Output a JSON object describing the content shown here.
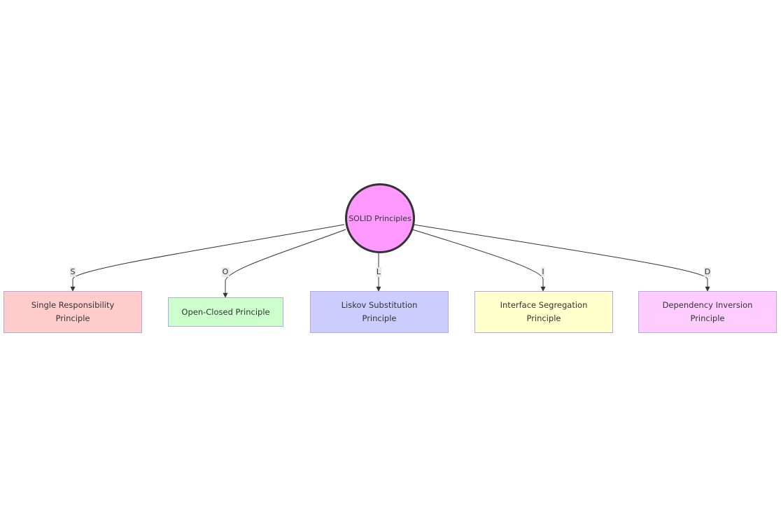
{
  "root": {
    "label": "SOLID Principles",
    "fill": "#ff99ff",
    "stroke": "#333333"
  },
  "children": [
    {
      "edge_label": "S",
      "label": "Single Responsibility Principle",
      "fill": "#ffcccc"
    },
    {
      "edge_label": "O",
      "label": "Open-Closed Principle",
      "fill": "#ccffcc"
    },
    {
      "edge_label": "L",
      "label": "Liskov Substitution Principle",
      "fill": "#ccccff"
    },
    {
      "edge_label": "I",
      "label": "Interface Segregation Principle",
      "fill": "#ffffcc"
    },
    {
      "edge_label": "D",
      "label": "Dependency Inversion Principle",
      "fill": "#ffccff"
    }
  ],
  "colors": {
    "node_border": "#b4a7e5",
    "edge": "#333333",
    "edge_label_bg": "#e8e8e8"
  }
}
